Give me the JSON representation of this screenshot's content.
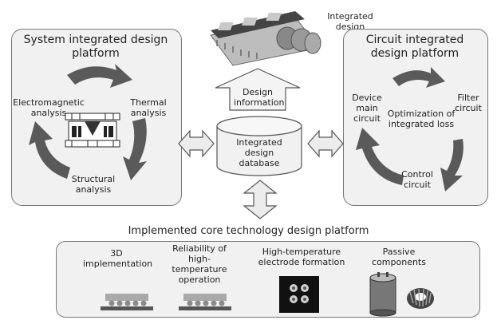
{
  "top": {
    "label": "Integrated design"
  },
  "design_info": {
    "label": "Design information"
  },
  "database": {
    "label": "Integrated design database"
  },
  "system_platform": {
    "title": "System integrated design platform",
    "items": {
      "electromagnetic": "Electromagnetic analysis",
      "thermal": "Thermal analysis",
      "structural": "Structural analysis"
    }
  },
  "circuit_platform": {
    "title": "Circuit integrated design platform",
    "items": {
      "device": "Device main circuit",
      "filter": "Filter circuit",
      "control": "Control circuit",
      "center": "Optimization of integrated loss"
    }
  },
  "core_platform": {
    "title": "Implemented core technology design platform",
    "items": [
      "3D implementation",
      "Reliability of high-temperature operation",
      "High-temperature electrode formation",
      "Passive components"
    ]
  },
  "colors": {
    "panel_bg": "#f1f1f1",
    "panel_border": "#777777",
    "arrow_dark": "#5a5a5a",
    "arrow_light": "#ececec"
  }
}
